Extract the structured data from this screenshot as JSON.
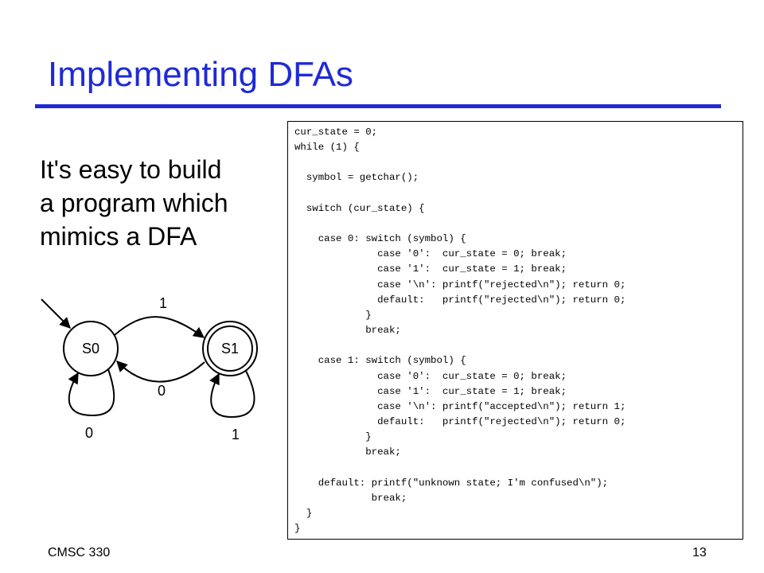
{
  "slide": {
    "title": "Implementing DFAs",
    "intro_lines": [
      "It's easy to build",
      "a program which",
      "mimics a DFA"
    ],
    "footer_course": "CMSC 330",
    "page_number": "13",
    "accent_color": "#1f2ad6"
  },
  "dfa": {
    "states": [
      {
        "label": "S0",
        "start": true,
        "accepting": false
      },
      {
        "label": "S1",
        "start": false,
        "accepting": true
      }
    ],
    "transitions": [
      {
        "from": "S0",
        "to": "S1",
        "label": "1"
      },
      {
        "from": "S1",
        "to": "S0",
        "label": "0"
      },
      {
        "from": "S0",
        "to": "S0",
        "label": "0"
      },
      {
        "from": "S1",
        "to": "S1",
        "label": "1"
      }
    ]
  },
  "code": {
    "lines": [
      "cur_state = 0;",
      "while (1) {",
      "",
      "  symbol = getchar();",
      "",
      "  switch (cur_state) {",
      "",
      "    case 0: switch (symbol) {",
      "              case '0':  cur_state = 0; break;",
      "              case '1':  cur_state = 1; break;",
      "              case '\\n': printf(\"rejected\\n\"); return 0;",
      "              default:   printf(\"rejected\\n\"); return 0;",
      "            }",
      "            break;",
      "",
      "    case 1: switch (symbol) {",
      "              case '0':  cur_state = 0; break;",
      "              case '1':  cur_state = 1; break;",
      "              case '\\n': printf(\"accepted\\n\"); return 1;",
      "              default:   printf(\"rejected\\n\"); return 0;",
      "            }",
      "            break;",
      "",
      "    default: printf(\"unknown state; I'm confused\\n\");",
      "             break;",
      "  }",
      "}"
    ]
  }
}
